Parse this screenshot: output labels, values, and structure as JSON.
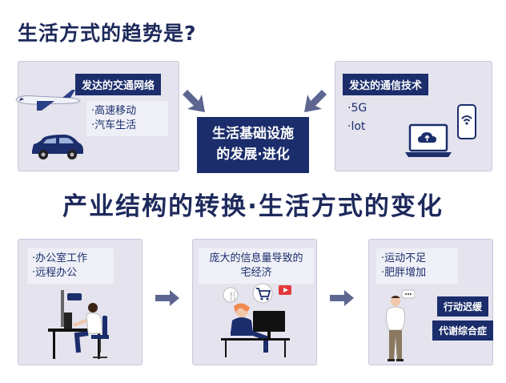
{
  "title": "生活方式的趋势是?",
  "top_left": {
    "header": "发达的交通网络",
    "items": [
      "·高速移动",
      "·汽车生活"
    ]
  },
  "top_right": {
    "header": "发达的通信技术",
    "items": [
      "·5G",
      "·lot"
    ]
  },
  "center_box": {
    "line1": "生活基础设施",
    "line2": "的发展·进化"
  },
  "middle_title": "产业结构的转换·生活方式的变化",
  "bottom_left": {
    "items": [
      "·办公室工作",
      "·远程办公"
    ]
  },
  "bottom_middle": {
    "line1": "庞大的信息量导致的",
    "line2": "宅经济"
  },
  "bottom_right": {
    "items": [
      "·运动不足",
      "·肥胖增加"
    ],
    "tags": [
      "行动迟缓",
      "代谢综合症"
    ]
  },
  "colors": {
    "navy": "#1b2d6b",
    "panel": "#e4e3ee",
    "arrow": "#5c6690"
  }
}
